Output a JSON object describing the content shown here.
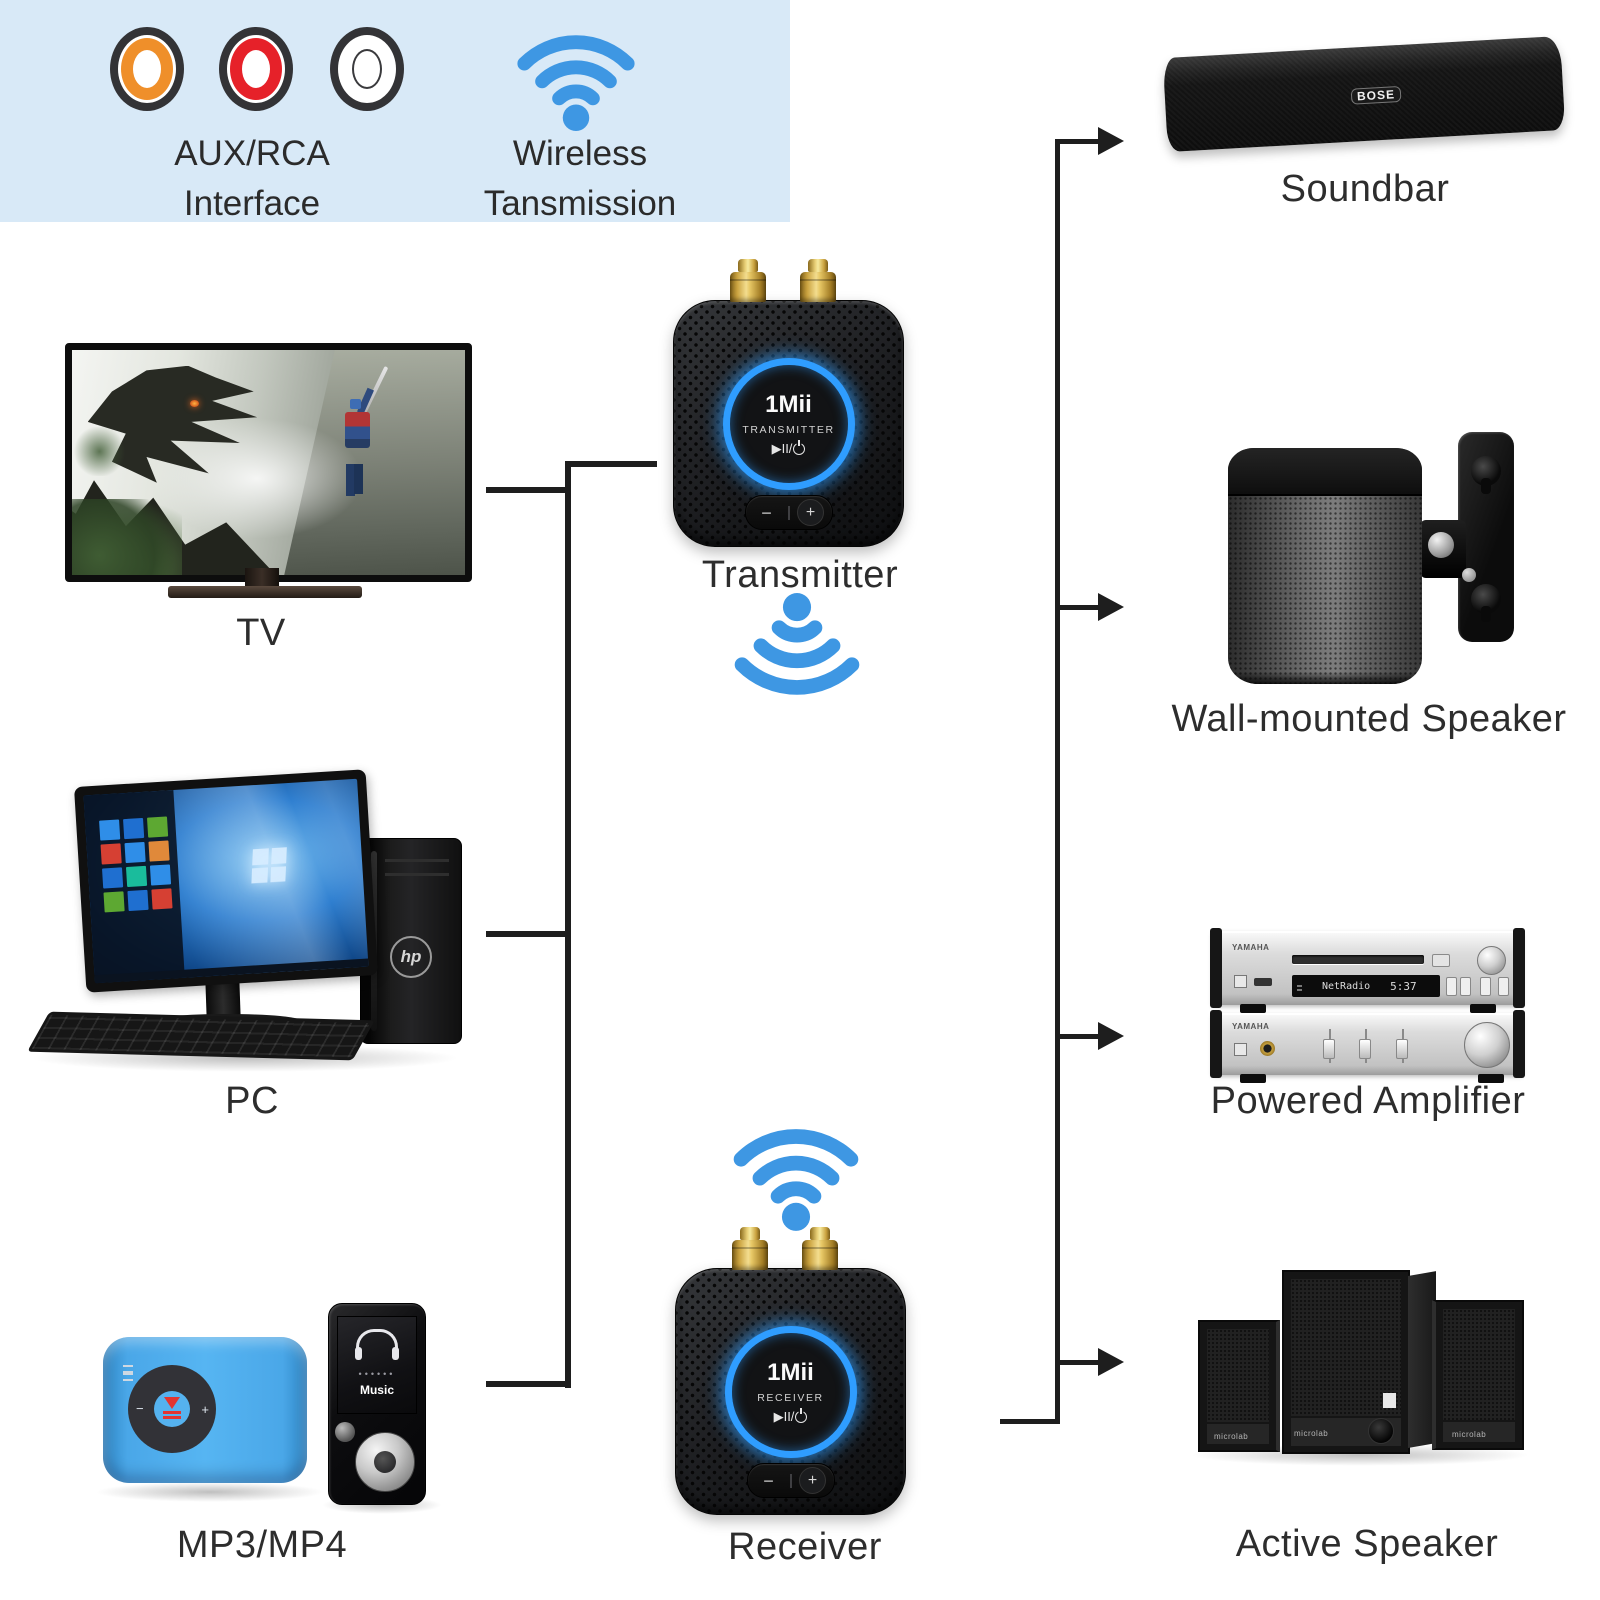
{
  "colors": {
    "legend_bg": "#d8e9f7",
    "wireless_blue": "#3e97e3",
    "ring_blue": "#2f9dff",
    "rca_orange": "#ef8f2a",
    "rca_red": "#e62129",
    "rca_white": "#ffffff"
  },
  "legend": {
    "aux": {
      "icon": "rca-connectors-icon",
      "line1": "AUX/RCA",
      "line2": "Interface"
    },
    "wireless": {
      "icon": "wifi-icon",
      "line1": "Wireless",
      "line2": "Tansmission"
    }
  },
  "sources": {
    "tv": {
      "caption": "TV"
    },
    "pc": {
      "caption": "PC",
      "tower_logo": "hp"
    },
    "mp3": {
      "caption": "MP3/MP4",
      "mp4_screen_label": "Music",
      "mp4_dots": "••••••",
      "wheel_plus": "+",
      "wheel_minus": "−"
    }
  },
  "transmitter": {
    "caption": "Transmitter",
    "logo": "1Mii",
    "mode": "TRANSMITTER",
    "play_glyphs": "▶II/",
    "volume_minus": "−",
    "volume_plus": "+"
  },
  "receiver": {
    "caption": "Receiver",
    "logo": "1Mii",
    "mode": "RECEIVER",
    "play_glyphs": "▶II/",
    "volume_minus": "−",
    "volume_plus": "+"
  },
  "outputs": {
    "soundbar": {
      "caption": "Soundbar",
      "logo": "BOSE"
    },
    "wall_speaker": {
      "caption": "Wall-mounted Speaker"
    },
    "amplifier": {
      "caption": "Powered Amplifier",
      "brand": "YAMAHA",
      "display_text": "NetRadio",
      "display_time": "5:37"
    },
    "active_speaker": {
      "caption": "Active Speaker",
      "brand": "microlab"
    }
  }
}
